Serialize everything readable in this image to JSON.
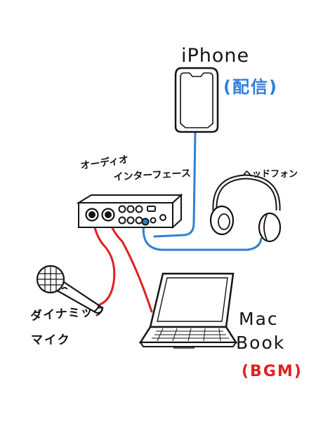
{
  "labels": {
    "iphone": "iPhone",
    "iphone_role": "(配信)",
    "audio_interface_line1": "オーディオ",
    "audio_interface_line2": "インターフェース",
    "headphone": "ヘッドフォン",
    "mic_line1": "ダイナミック",
    "mic_line2": "マイク",
    "mac_line1": "Mac",
    "mac_line2": "Book",
    "mac_role": "(BGM)"
  },
  "colors": {
    "ink": "#141414",
    "audio_cable": "#2f7fd6",
    "usb_cable": "#e02020",
    "iphone_role_text": "#2f7fd6",
    "mac_role_text": "#e02020"
  },
  "icons": [
    "smartphone-icon",
    "audio-interface-icon",
    "headphones-icon",
    "microphone-icon",
    "laptop-icon"
  ],
  "connections": [
    {
      "from": "iphone",
      "to": "audio-interface",
      "color": "blue"
    },
    {
      "from": "headphones",
      "to": "audio-interface",
      "color": "blue"
    },
    {
      "from": "dynamic-mic",
      "to": "audio-interface",
      "color": "red"
    },
    {
      "from": "macbook",
      "to": "audio-interface",
      "color": "red"
    }
  ]
}
